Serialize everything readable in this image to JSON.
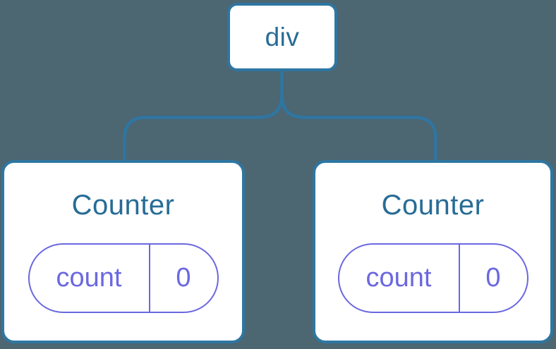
{
  "diagram": {
    "type": "component-tree",
    "colors": {
      "background": "#4C6672",
      "node_fill": "#FFFFFF",
      "node_border": "#2E76A2",
      "node_text": "#276C96",
      "state_accent": "#6B68E0"
    },
    "root": {
      "label": "div"
    },
    "children": [
      {
        "title": "Counter",
        "state": {
          "key": "count",
          "value": "0"
        }
      },
      {
        "title": "Counter",
        "state": {
          "key": "count",
          "value": "0"
        }
      }
    ]
  }
}
